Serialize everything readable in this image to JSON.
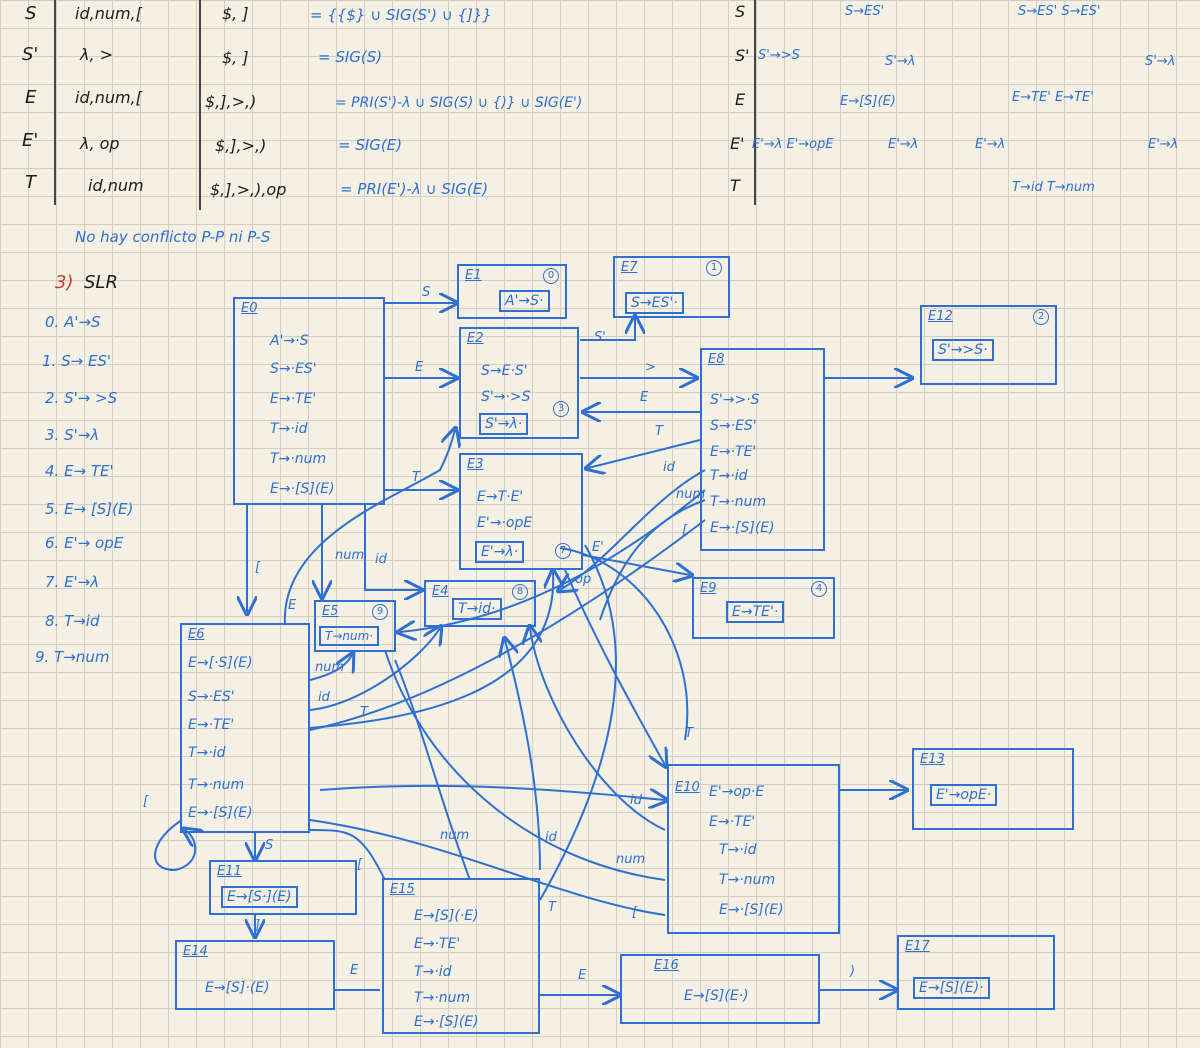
{
  "first_follow_table": [
    {
      "nt": "S",
      "first": "id,num,[",
      "follow": "$, ]",
      "calc": "= {{$} ∪ SIG(S') ∪ {]}}"
    },
    {
      "nt": "S'",
      "first": "λ, >",
      "follow": "$, ]",
      "calc": "= SIG(S)"
    },
    {
      "nt": "E",
      "first": "id,num,[",
      "follow": "$,],>,)",
      "calc": "= PRI(S')-λ ∪ SIG(S) ∪ {)} ∪ SIG(E')"
    },
    {
      "nt": "E'",
      "first": "λ, op",
      "follow": "$,],>,)",
      "calc": "= SIG(E)"
    },
    {
      "nt": "T",
      "first": "id,num",
      "follow": "$,],>,),op",
      "calc": "= PRI(E')-λ ∪ SIG(E)"
    }
  ],
  "ll_table": {
    "rows": [
      {
        "nt": "S",
        "cells": [
          "S→ES'",
          "S→ES'  S→ES'"
        ]
      },
      {
        "nt": "S'",
        "cells": [
          "S'→>S",
          "S'→λ",
          "S'→λ"
        ]
      },
      {
        "nt": "E",
        "cells": [
          "E→[S](E)",
          "E→TE'  E→TE'"
        ]
      },
      {
        "nt": "E'",
        "cells": [
          "E'→λ  E'→opE",
          "E'→λ",
          "E'→λ",
          "E'→λ"
        ]
      },
      {
        "nt": "T",
        "cells": [
          "T→id  T→num"
        ]
      }
    ]
  },
  "no_conflict_note": "No hay conflicto P-P ni P-S",
  "section_title": {
    "number": "3)",
    "name": "SLR"
  },
  "grammar": [
    "0. A'→S",
    "1. S→ ES'",
    "2. S'→ >S",
    "3. S'→λ",
    "4. E→ TE'",
    "5. E→ [S](E)",
    "6. E'→ opE",
    "7. E'→λ",
    "8. T→id",
    "9. T→num"
  ],
  "states": {
    "E0": {
      "title": "E0",
      "items": [
        "A'→·S",
        "S→·ES'",
        "E→·TE'",
        "T→·id",
        "T→·num",
        "E→·[S](E)"
      ]
    },
    "E1": {
      "title": "E1",
      "badge": "0",
      "inner": "A'→S·"
    },
    "E7": {
      "title": "E7",
      "badge": "1",
      "inner": "S→ES'·"
    },
    "E2": {
      "title": "E2",
      "items": [
        "S→E·S'",
        "S'→·>S"
      ],
      "inner": "S'→λ·",
      "badge": "3"
    },
    "E3": {
      "title": "E3",
      "items": [
        "E→T·E'",
        "E'→·opE"
      ],
      "inner": "E'→λ·",
      "badge": "7"
    },
    "E8": {
      "title": "E8",
      "items": [
        "S'→>·S",
        "S→·ES'",
        "E→·TE'",
        "T→·id",
        "T→·num",
        "E→·[S](E)"
      ]
    },
    "E12": {
      "title": "E12",
      "badge": "2",
      "inner": "S'→>S·"
    },
    "E4": {
      "title": "E4",
      "badge": "8",
      "inner": "T→id·"
    },
    "E5": {
      "title": "E5",
      "badge": "9",
      "inner": "T→num·"
    },
    "E9": {
      "title": "E9",
      "badge": "4",
      "inner": "E→TE'·"
    },
    "E6": {
      "title": "E6",
      "items": [
        "E→[·S](E)",
        "S→·ES'",
        "E→·TE'",
        "T→·id",
        "T→·num",
        "E→·[S](E)"
      ]
    },
    "E10": {
      "title": "E10",
      "items": [
        "E'→op·E",
        "E→·TE'",
        "T→·id",
        "T→·num",
        "E→·[S](E)"
      ]
    },
    "E13": {
      "title": "E13",
      "inner": "E'→opE·"
    },
    "E11": {
      "title": "E11",
      "inner": "E→[S·](E)"
    },
    "E15": {
      "title": "E15",
      "items": [
        "E→[S](·E)",
        "E→·TE'",
        "T→·id",
        "T→·num",
        "E→·[S](E)"
      ]
    },
    "E14": {
      "title": "E14",
      "inner": "E→[S]·(E)"
    },
    "E16": {
      "title": "E16",
      "inner": "E→[S](E·)"
    },
    "E17": {
      "title": "E17",
      "inner": "E→[S](E)·"
    }
  },
  "transition_labels": [
    "S",
    "E",
    "T",
    "num",
    "id",
    "[",
    "S'",
    ">",
    "E",
    "T",
    "id",
    "num",
    "[",
    "E'",
    "op",
    "E",
    "num",
    "id",
    "T",
    "S",
    "]",
    "[",
    "E",
    "num",
    "id",
    "id",
    "num",
    "[",
    "T",
    "E",
    ")",
    "T",
    "["
  ]
}
